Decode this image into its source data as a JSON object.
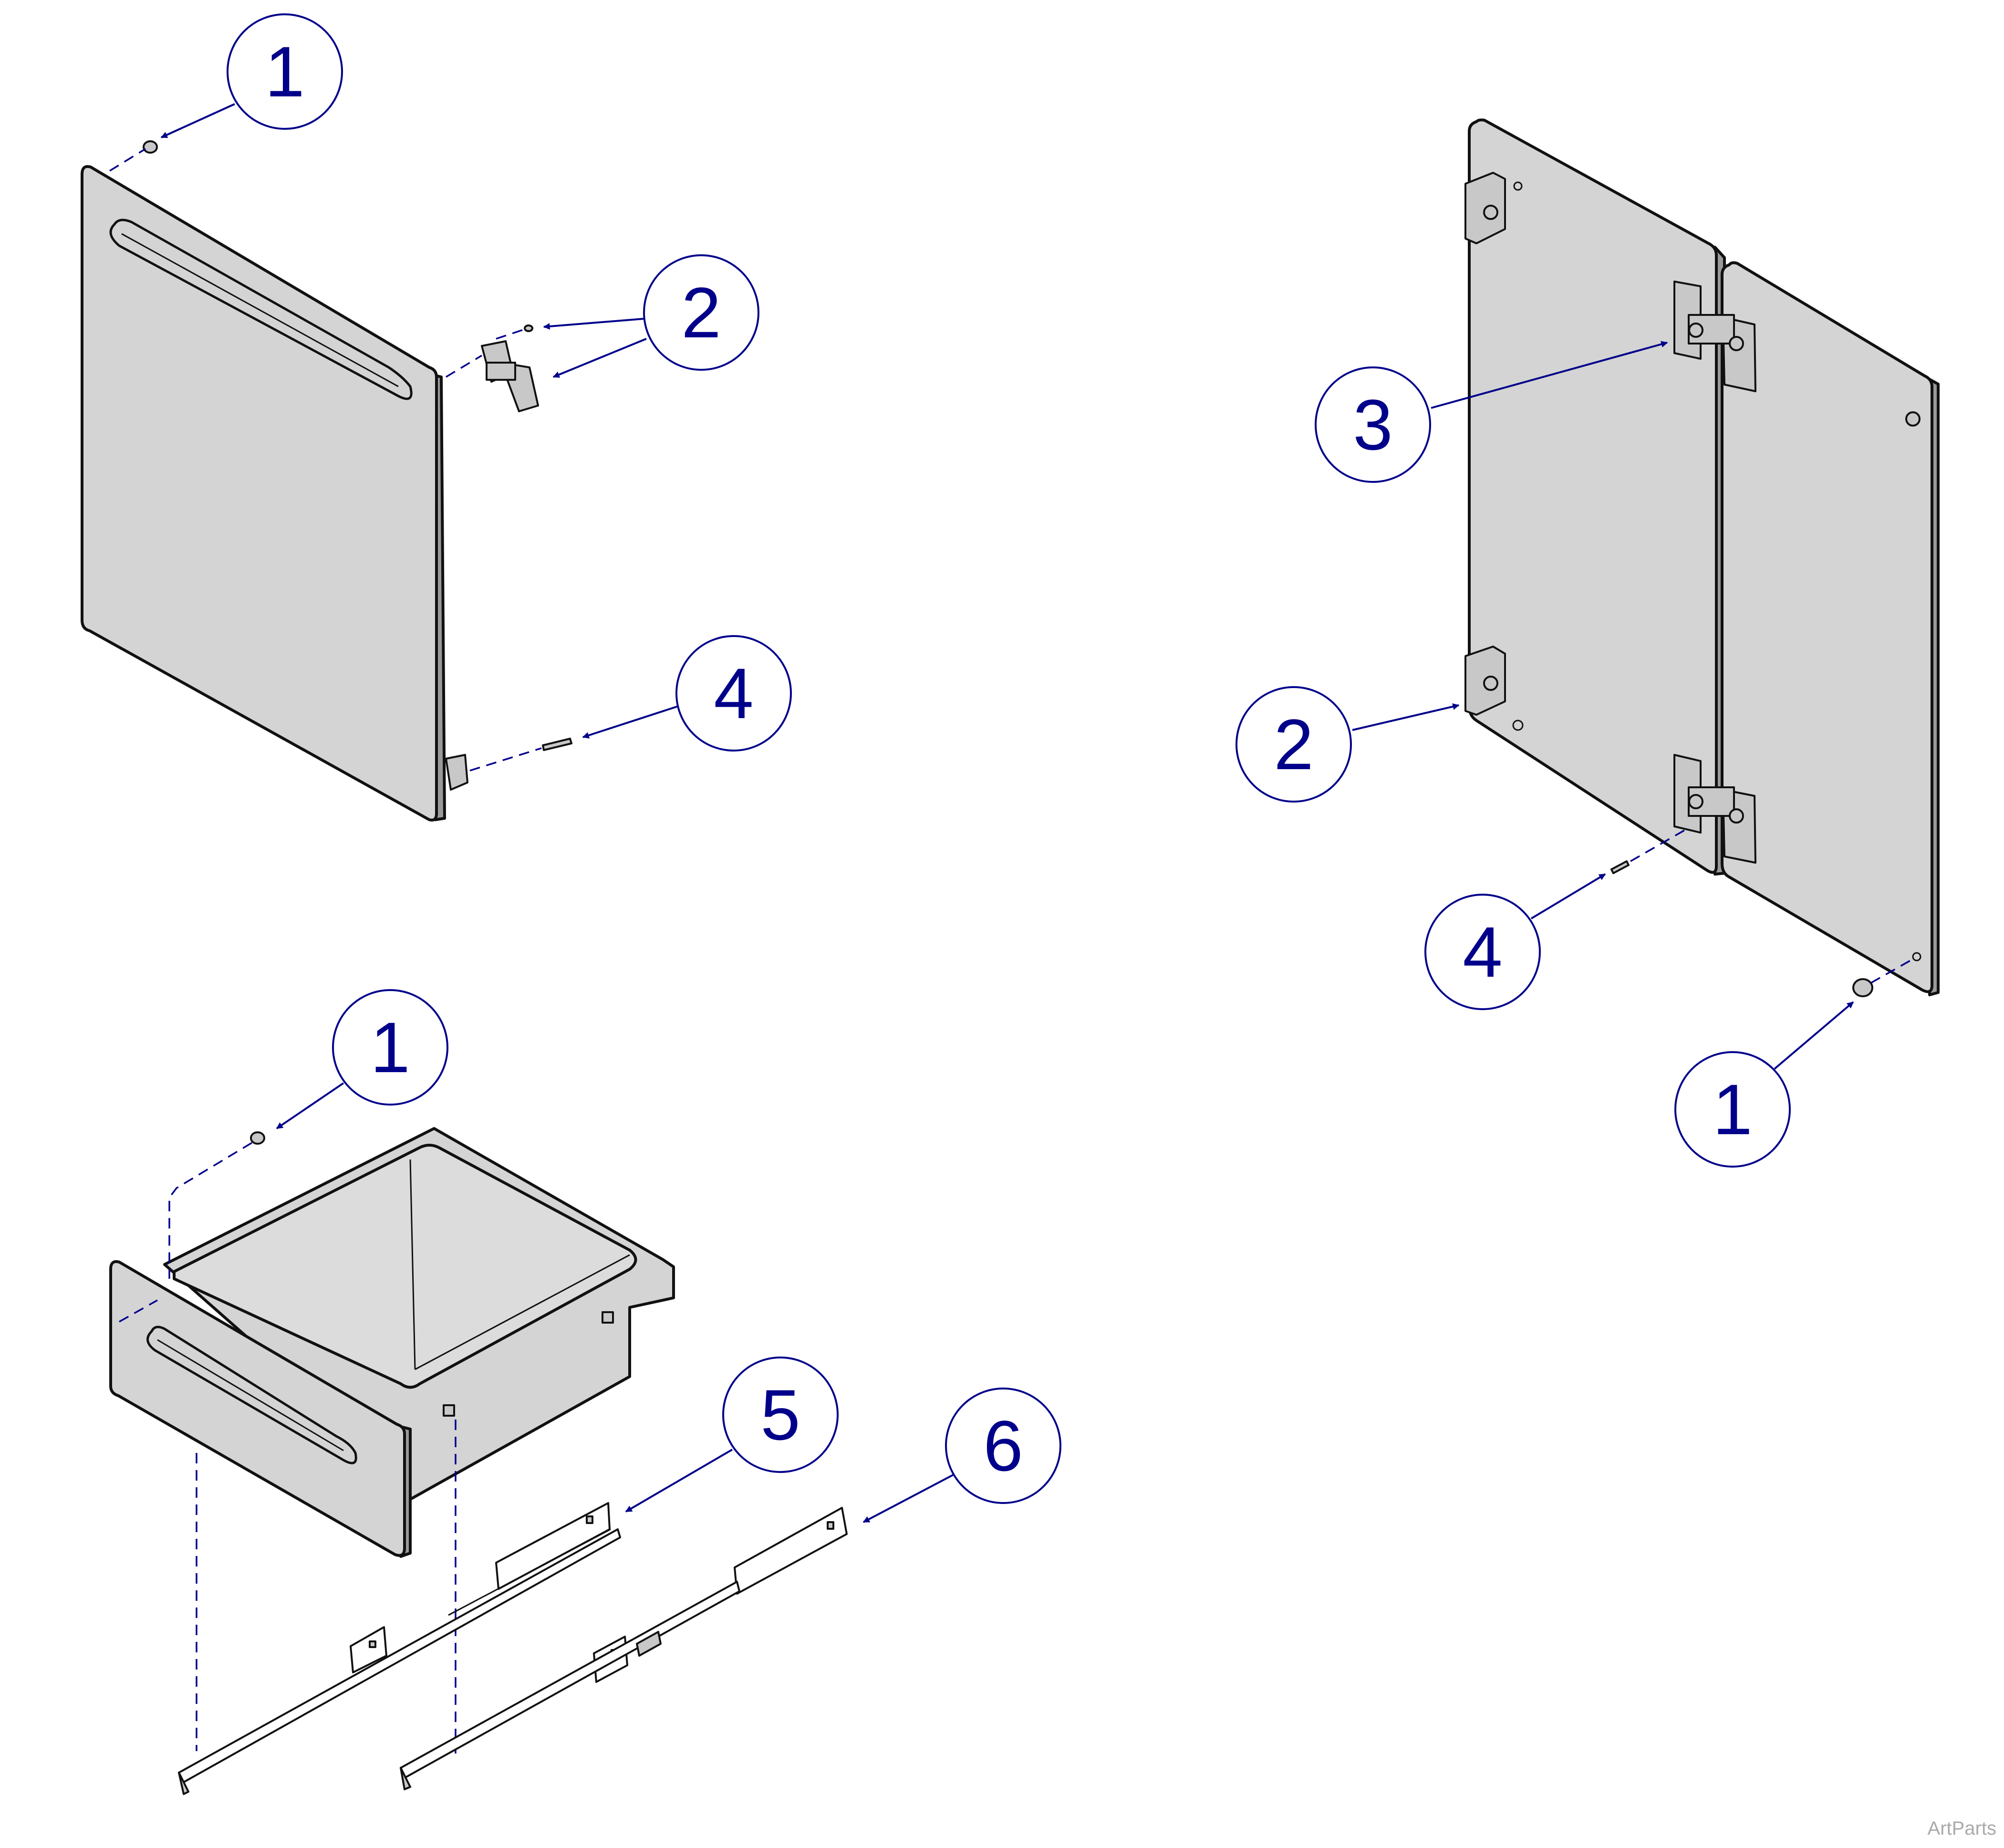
{
  "callouts": {
    "c1a": "1",
    "c2a": "2",
    "c4a": "4",
    "c1b": "1",
    "c5": "5",
    "c6": "6",
    "c3r": "3",
    "c2r": "2",
    "c4r": "4",
    "c1r": "1"
  },
  "watermark": "ArtParts",
  "colors": {
    "callout": "#00008b",
    "panel": "#d4d4d4",
    "outline": "#111111"
  }
}
